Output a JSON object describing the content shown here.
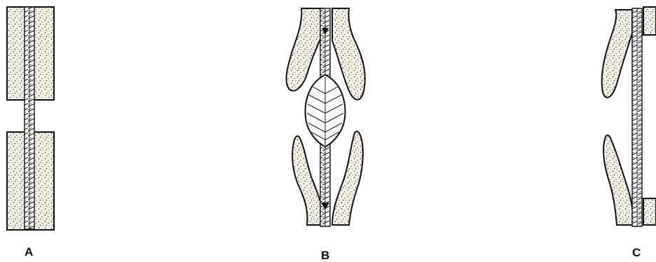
{
  "figure": {
    "panels": [
      {
        "id": "A",
        "label": "A"
      },
      {
        "id": "B",
        "label": "B"
      },
      {
        "id": "C",
        "label": "C"
      }
    ]
  },
  "colors": {
    "ink": "#111111",
    "tissue_fill": "#f4f0e6",
    "background": "#ffffff"
  }
}
